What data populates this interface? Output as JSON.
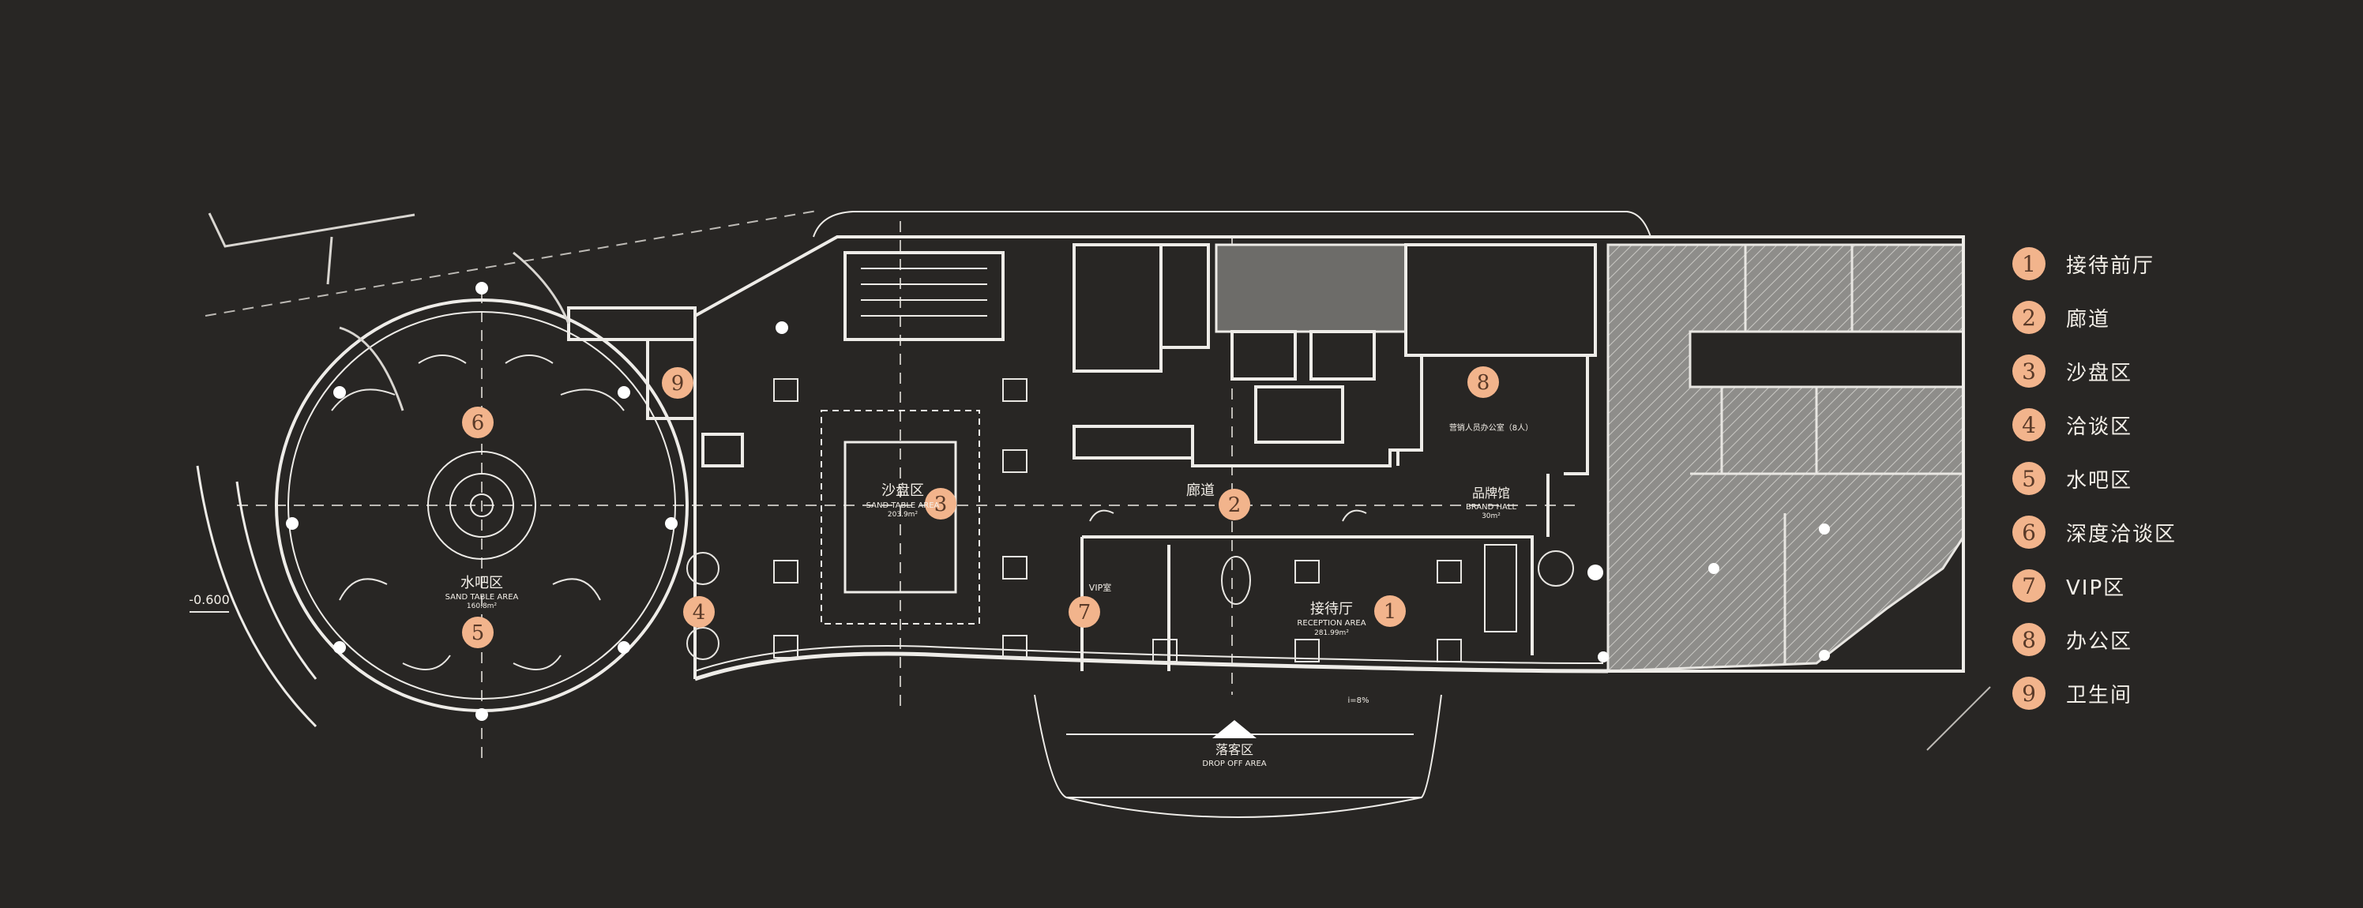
{
  "legend": [
    {
      "num": "1",
      "label": "接待前厅"
    },
    {
      "num": "2",
      "label": "廊道"
    },
    {
      "num": "3",
      "label": "沙盘区"
    },
    {
      "num": "4",
      "label": "洽谈区"
    },
    {
      "num": "5",
      "label": "水吧区"
    },
    {
      "num": "6",
      "label": "深度洽谈区"
    },
    {
      "num": "7",
      "label": "VIP区"
    },
    {
      "num": "8",
      "label": "办公区"
    },
    {
      "num": "9",
      "label": "卫生间"
    }
  ],
  "rooms": {
    "reception": {
      "cn": "接待厅",
      "en": "RECEPTION AREA",
      "area": "281.99m²"
    },
    "corridor": {
      "cn": "廊道"
    },
    "sand_table": {
      "cn": "沙盘区",
      "en": "SAND TABLE AREA",
      "area": "203.9m²"
    },
    "water_bar": {
      "cn": "水吧区",
      "en": "SAND TABLE AREA",
      "area": "160.8m²"
    },
    "brand_hall": {
      "cn": "品牌馆",
      "en": "BRAND HALL",
      "area": "30m²"
    },
    "drop_off": {
      "cn": "落客区",
      "en": "DROP OFF AREA"
    },
    "vip": {
      "cn": "VIP室"
    },
    "office": {
      "cn": "营销人员办公室（8人）"
    }
  },
  "markers": [
    "1",
    "2",
    "3",
    "4",
    "5",
    "6",
    "7",
    "8",
    "9"
  ],
  "annotations": {
    "level": "-0.600",
    "slope": "i=8%"
  },
  "colors": {
    "background": "#282624",
    "lines": "#e8e6e2",
    "marker_fill": "#f2b48c",
    "marker_text": "#5a3a28",
    "hatch_fill": "#8a8986"
  }
}
